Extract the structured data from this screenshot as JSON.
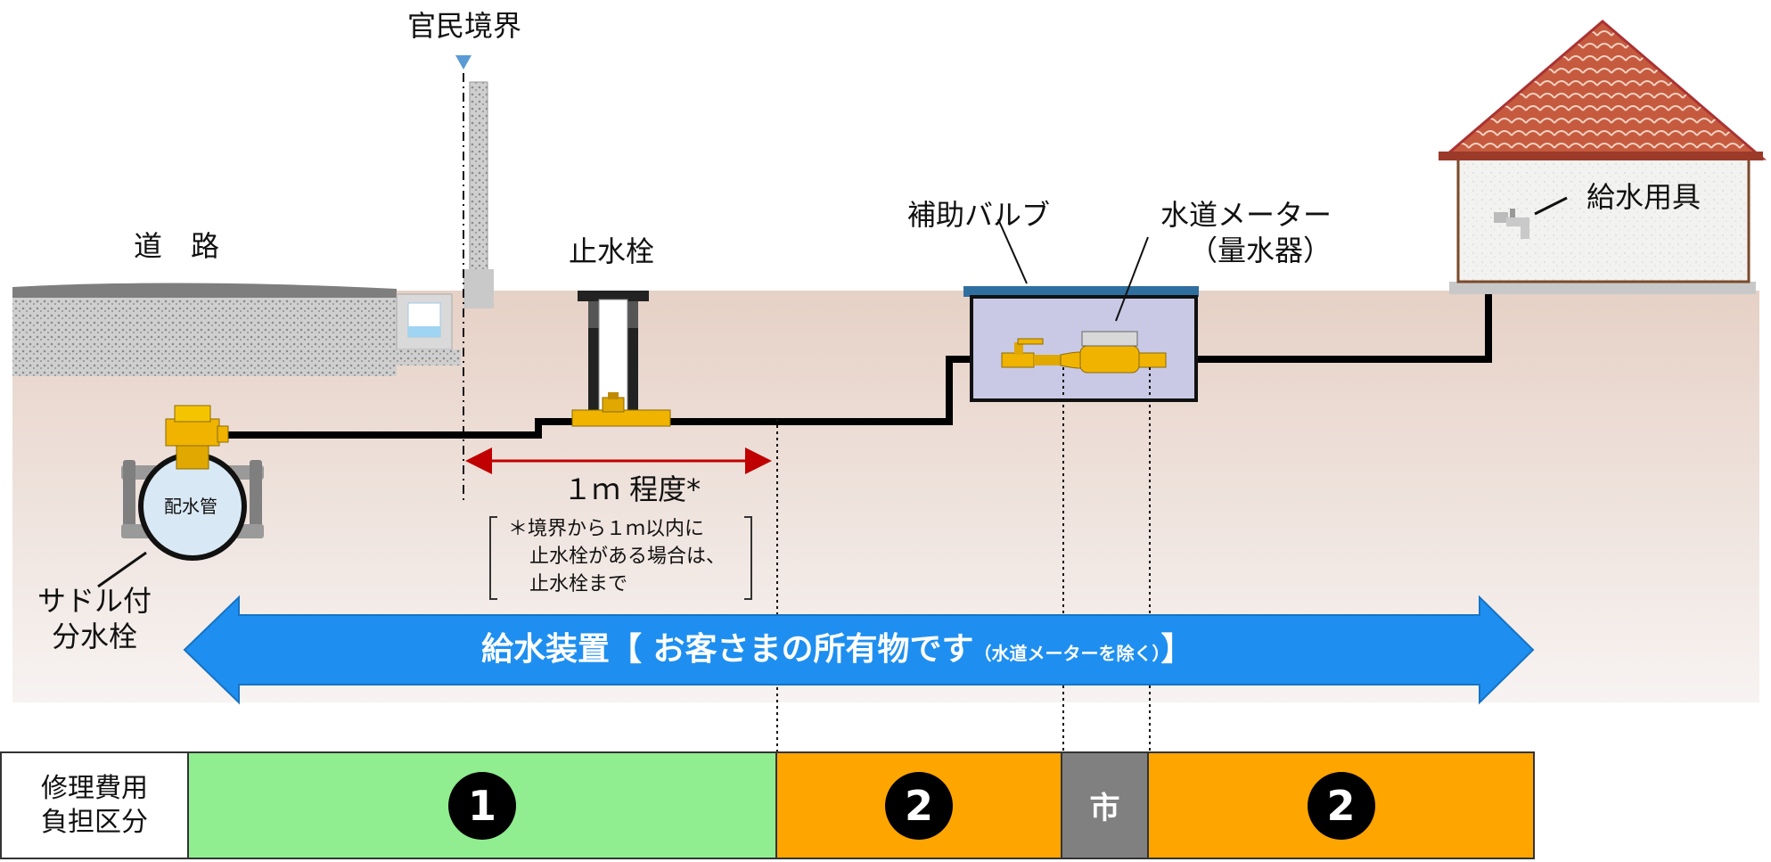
{
  "labels": {
    "boundary": "官民境界",
    "road": "道　路",
    "stopcock": "止水栓",
    "aux_valve": "補助バルブ",
    "meter_line1": "水道メーター",
    "meter_line2": "（量水器）",
    "fixture": "給水用具",
    "main_pipe": "配水管",
    "saddle_line1": "サドル付",
    "saddle_line2": "分水栓",
    "distance": "１ｍ 程度*",
    "note_line1": "＊境界から１ｍ以内に",
    "note_line2": "止水栓がある場合は、",
    "note_line3": "止水栓まで"
  },
  "banner": {
    "main": "給水装置【 お客さまの所有物です",
    "sub": "（水道メーターを除く）",
    "close": "】"
  },
  "cost_table": {
    "header_line1": "修理費用",
    "header_line2": "負担区分",
    "cells": [
      "1",
      "2",
      "市",
      "2"
    ]
  },
  "colors": {
    "ground": "#e8d6cc",
    "pipe": "#000000",
    "arrow": "#1e8ff0",
    "distance_arrow": "#c00000",
    "brass": "#f0b400",
    "green_cell": "#90ee90",
    "orange_cell": "#ffa500",
    "gray_cell": "#808080",
    "roof": "#c8553d",
    "boundary_marker": "#5b9bd5"
  }
}
